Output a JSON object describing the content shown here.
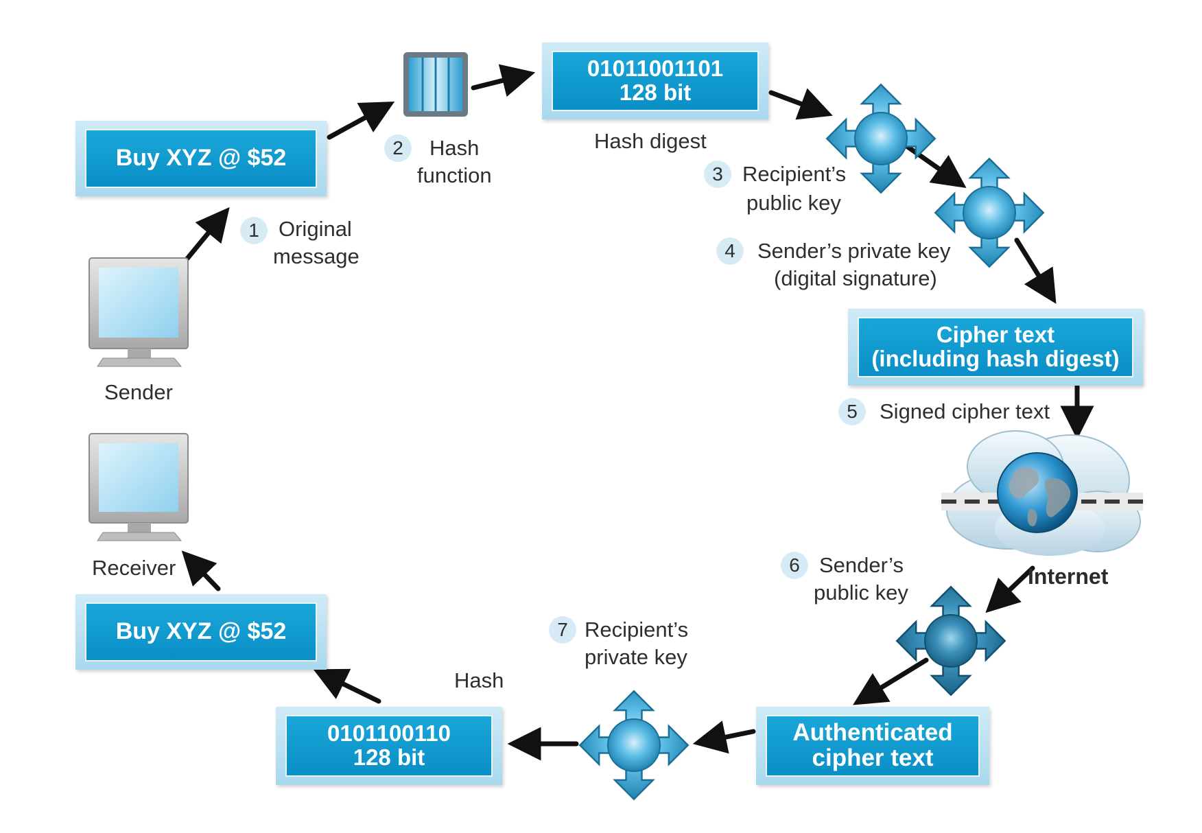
{
  "boxes": {
    "original_message": "Buy XYZ @ $52",
    "hash_digest_top": [
      "01011001101",
      "128 bit"
    ],
    "cipher_text": [
      "Cipher text",
      "(including hash digest)"
    ],
    "authenticated": [
      "Authenticated",
      "cipher text"
    ],
    "hash_bottom": [
      "0101100110",
      "128 bit"
    ],
    "received_message": "Buy XYZ @ $52"
  },
  "labels": {
    "sender": "Sender",
    "receiver": "Receiver",
    "hash_digest": "Hash digest",
    "hash": "Hash",
    "internet": "Internet"
  },
  "steps": [
    {
      "num": "1",
      "lines": [
        "Original",
        "message"
      ]
    },
    {
      "num": "2",
      "lines": [
        "Hash",
        "function"
      ]
    },
    {
      "num": "3",
      "lines": [
        "Recipient’s",
        "public key"
      ]
    },
    {
      "num": "4",
      "lines": [
        "Sender’s private key",
        "(digital signature)"
      ]
    },
    {
      "num": "5",
      "lines": [
        "Signed cipher text"
      ]
    },
    {
      "num": "6",
      "lines": [
        "Sender’s",
        "public key"
      ]
    },
    {
      "num": "7",
      "lines": [
        "Recipient’s",
        "private key"
      ]
    }
  ],
  "colors": {
    "box_fill": "#0a9ad2",
    "box_frame": "#bfe3f3",
    "key_fill": "#2aa0d4",
    "key_dark": "#1a6f92",
    "arrow": "#111111",
    "badge": "#d6ebf6"
  },
  "icons": {
    "computer": "computer-monitor-icon",
    "key": "four-way-key-icon",
    "hash": "hash-function-icon",
    "internet": "globe-cloud-icon"
  }
}
